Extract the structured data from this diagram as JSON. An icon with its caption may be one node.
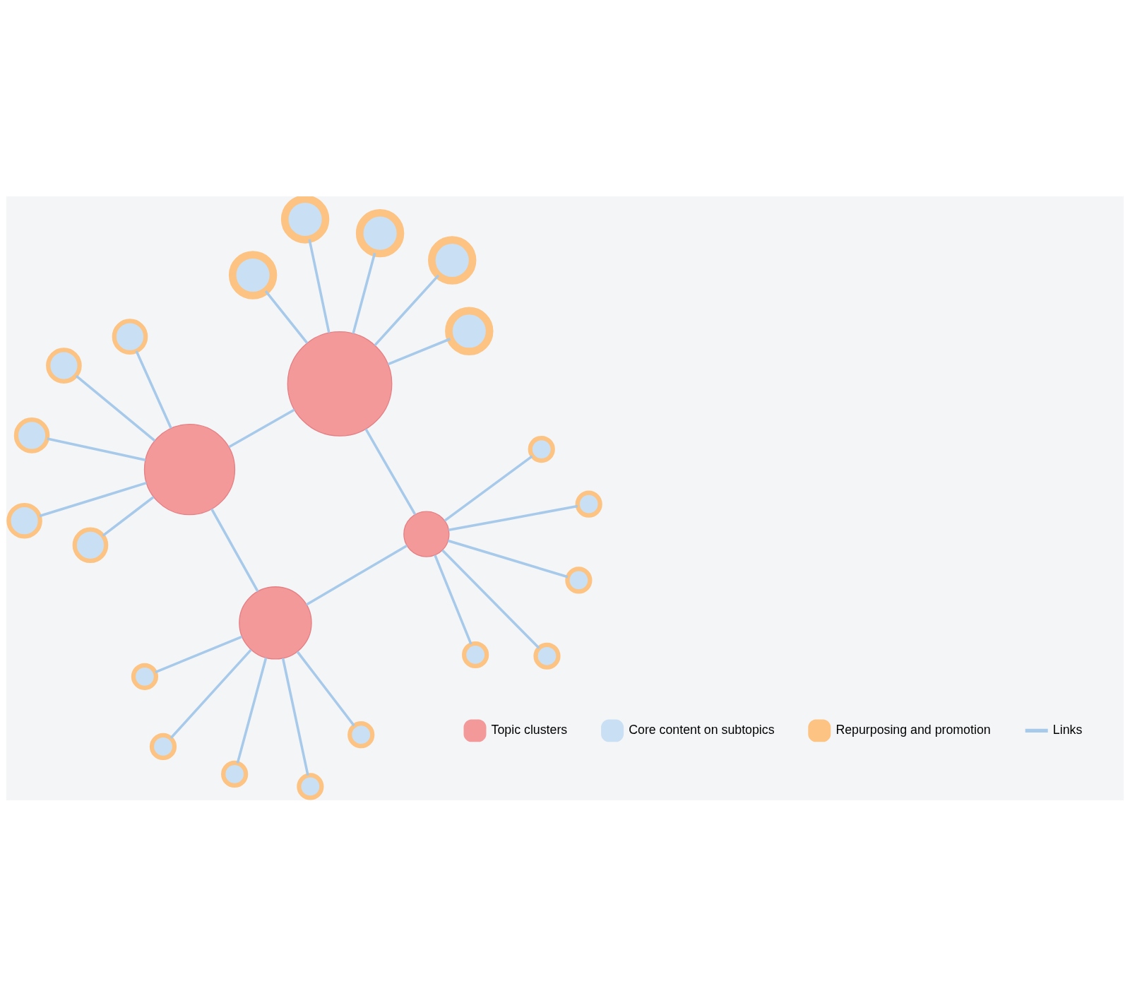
{
  "diagram": {
    "nodes": [
      {
        "text": [],
        "shape": "circle"
      },
      {
        "text": [],
        "shape": "circle"
      },
      {
        "text": [],
        "shape": "circle"
      },
      {
        "text": [],
        "shape": "circle"
      },
      {
        "text": [],
        "shape": "circle"
      },
      {
        "text": [],
        "shape": "circle"
      },
      {
        "text": [],
        "shape": "circle"
      },
      {
        "text": [],
        "shape": "circle"
      },
      {
        "text": [],
        "shape": "circle"
      },
      {
        "text": [],
        "shape": "circle"
      },
      {
        "text": [],
        "shape": "circle"
      },
      {
        "text": [],
        "shape": "circle"
      },
      {
        "text": [],
        "shape": "circle"
      },
      {
        "text": [],
        "shape": "circle"
      },
      {
        "text": [],
        "shape": "circle"
      },
      {
        "text": [],
        "shape": "circle"
      },
      {
        "text": [],
        "shape": "circle"
      },
      {
        "text": [],
        "shape": "circle"
      },
      {
        "text": [],
        "shape": "circle"
      },
      {
        "text": [],
        "shape": "circle"
      },
      {
        "text": [],
        "shape": "circle"
      },
      {
        "text": [],
        "shape": "circle"
      },
      {
        "text": [],
        "shape": "circle"
      },
      {
        "text": [],
        "shape": "circle"
      }
    ],
    "edges": [
      {
        "from": 0,
        "to": 1,
        "arrow": "none"
      },
      {
        "from": 0,
        "to": 2,
        "arrow": "none"
      },
      {
        "from": 1,
        "to": 3,
        "arrow": "none"
      },
      {
        "from": 2,
        "to": 3,
        "arrow": "none"
      },
      {
        "from": 0,
        "to": 4,
        "arrow": "none"
      },
      {
        "from": 0,
        "to": 5,
        "arrow": "none"
      },
      {
        "from": 0,
        "to": 6,
        "arrow": "none"
      },
      {
        "from": 0,
        "to": 7,
        "arrow": "none"
      },
      {
        "from": 0,
        "to": 8,
        "arrow": "none"
      },
      {
        "from": 1,
        "to": 9,
        "arrow": "none"
      },
      {
        "from": 1,
        "to": 10,
        "arrow": "none"
      },
      {
        "from": 1,
        "to": 11,
        "arrow": "none"
      },
      {
        "from": 1,
        "to": 12,
        "arrow": "none"
      },
      {
        "from": 1,
        "to": 13,
        "arrow": "none"
      },
      {
        "from": 2,
        "to": 14,
        "arrow": "none"
      },
      {
        "from": 2,
        "to": 15,
        "arrow": "none"
      },
      {
        "from": 2,
        "to": 16,
        "arrow": "none"
      },
      {
        "from": 2,
        "to": 17,
        "arrow": "none"
      },
      {
        "from": 2,
        "to": 18,
        "arrow": "none"
      },
      {
        "from": 3,
        "to": 19,
        "arrow": "none"
      },
      {
        "from": 3,
        "to": 20,
        "arrow": "none"
      },
      {
        "from": 3,
        "to": 21,
        "arrow": "none"
      },
      {
        "from": 3,
        "to": 22,
        "arrow": "none"
      },
      {
        "from": 3,
        "to": 23,
        "arrow": "none"
      }
    ],
    "legend": [
      {
        "text": "Topic clusters",
        "color": "#f4999a"
      },
      {
        "text": "Core content on subtopics",
        "color": "#c9dff4"
      },
      {
        "text": "Repurposing and promotion",
        "color": "#fdc382"
      },
      {
        "text": "Links"
      }
    ]
  }
}
